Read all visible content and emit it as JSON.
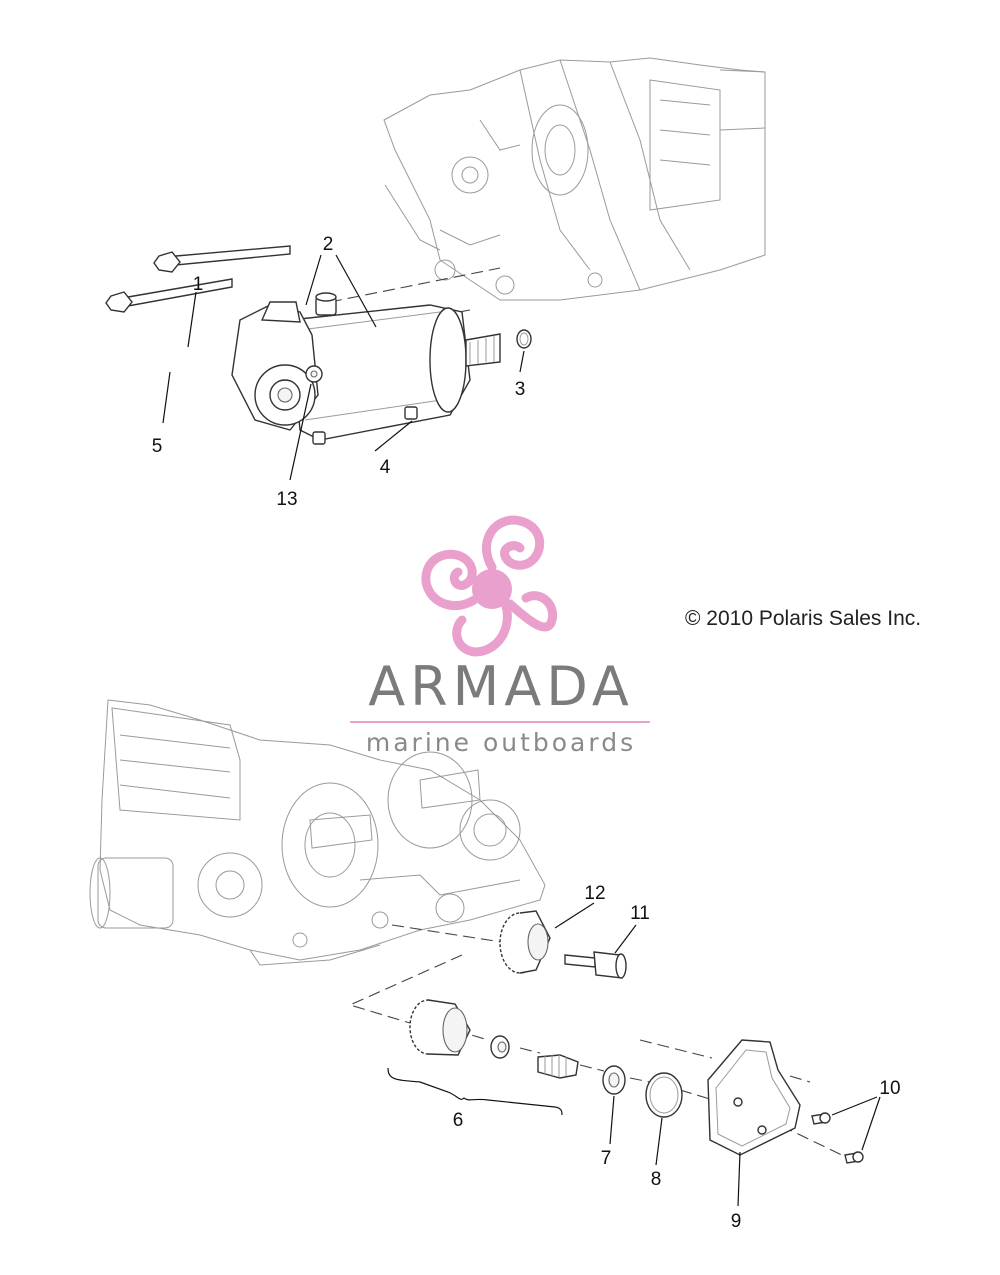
{
  "copyright": "© 2010 Polaris Sales Inc.",
  "logo": {
    "name": "ARMADA",
    "tagline": "marine outboards",
    "accent_color": "#e59bc8"
  },
  "callouts": [
    "1",
    "2",
    "3",
    "4",
    "5",
    "13",
    "12",
    "11",
    "6",
    "7",
    "8",
    "9",
    "10"
  ]
}
